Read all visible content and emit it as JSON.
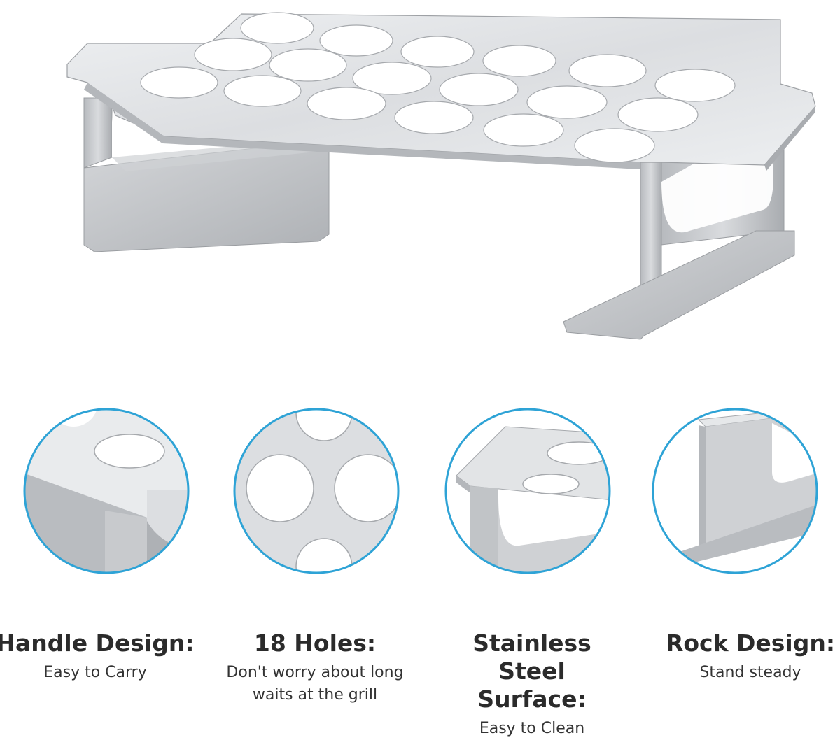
{
  "product": {
    "name": "stainless-steel-18-hole-rack",
    "metal_light": "#e6e7e9",
    "metal_mid": "#c9cbce",
    "metal_dark": "#a8abaf",
    "hole_color": "#ffffff",
    "ring_color": "#2ea3d6"
  },
  "features": [
    {
      "title": "Handle Design:",
      "subtitle": "Easy to Carry",
      "icon": "handle-closeup"
    },
    {
      "title": "18 Holes:",
      "subtitle": "Don't worry about long waits at the grill",
      "icon": "holes-closeup"
    },
    {
      "title": "Stainless Steel Surface:",
      "subtitle": "Easy to Clean",
      "icon": "surface-closeup"
    },
    {
      "title": "Rock Design:",
      "subtitle": "Stand steady",
      "icon": "leg-closeup"
    }
  ]
}
